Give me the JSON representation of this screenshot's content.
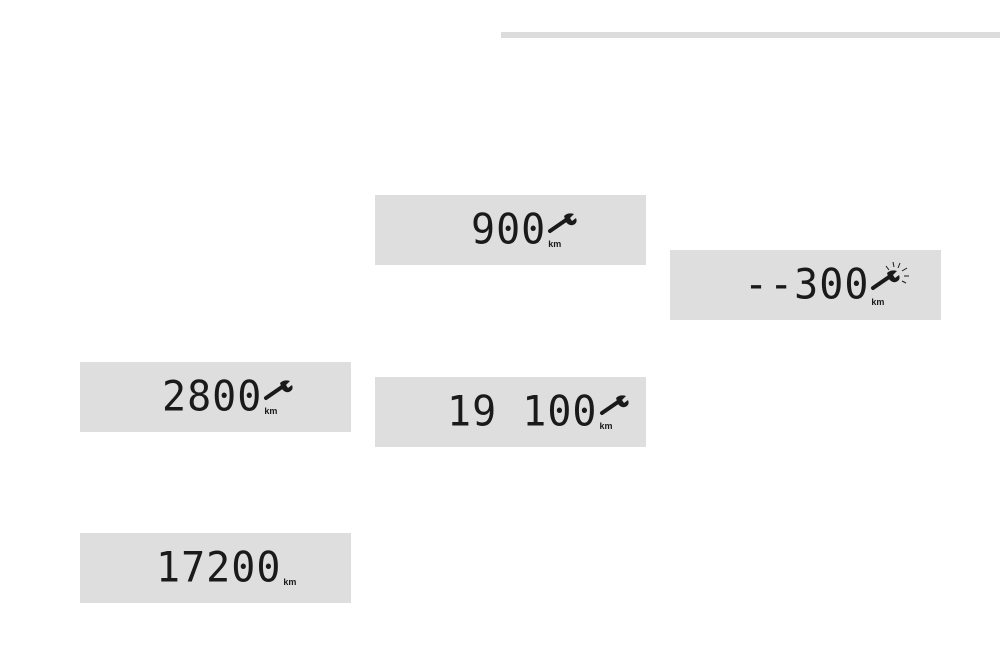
{
  "displays": {
    "d900": {
      "value": "900",
      "unit": "km",
      "icon": "wrench-icon"
    },
    "d300": {
      "value": "--300",
      "unit": "km",
      "icon": "wrench-flashing-icon"
    },
    "d2800": {
      "value": "2800",
      "unit": "km",
      "icon": "wrench-icon"
    },
    "d19100": {
      "value": "19 100",
      "unit": "km",
      "icon": "wrench-icon"
    },
    "d17200": {
      "value": "17200",
      "unit": "km"
    }
  },
  "colors": {
    "panel": "#dedede",
    "segment": "#1a1a1a",
    "rule": "#dcdcdc"
  }
}
